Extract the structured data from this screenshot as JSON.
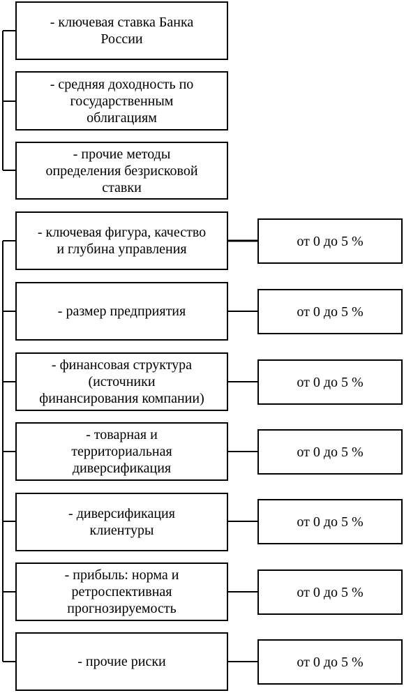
{
  "rate_methods": [
    {
      "label": "- ключевая ставка Банка\nРоссии"
    },
    {
      "label": "- средняя доходность по\nгосударственным\nоблигациям"
    },
    {
      "label": "- прочие методы\nопределения безрисковой\nставки"
    }
  ],
  "risk_factors": [
    {
      "label": "- ключевая фигура, качество\nи глубина управления",
      "value": "от 0 до 5 %"
    },
    {
      "label": "- размер предприятия",
      "value": "от 0 до 5 %"
    },
    {
      "label": "- финансовая структура\n(источники\nфинансирования компании)",
      "value": "от 0 до 5 %"
    },
    {
      "label": "- товарная и\nтерриториальная\nдиверсификация",
      "value": "от 0 до 5 %"
    },
    {
      "label": "- диверсификация\nклиентуры",
      "value": "от 0 до 5 %"
    },
    {
      "label": "- прибыль: норма и\nретроспективная\nпрогнозируемость",
      "value": "от 0 до 5 %"
    },
    {
      "label": "- прочие риски",
      "value": "от 0 до 5 %"
    }
  ]
}
